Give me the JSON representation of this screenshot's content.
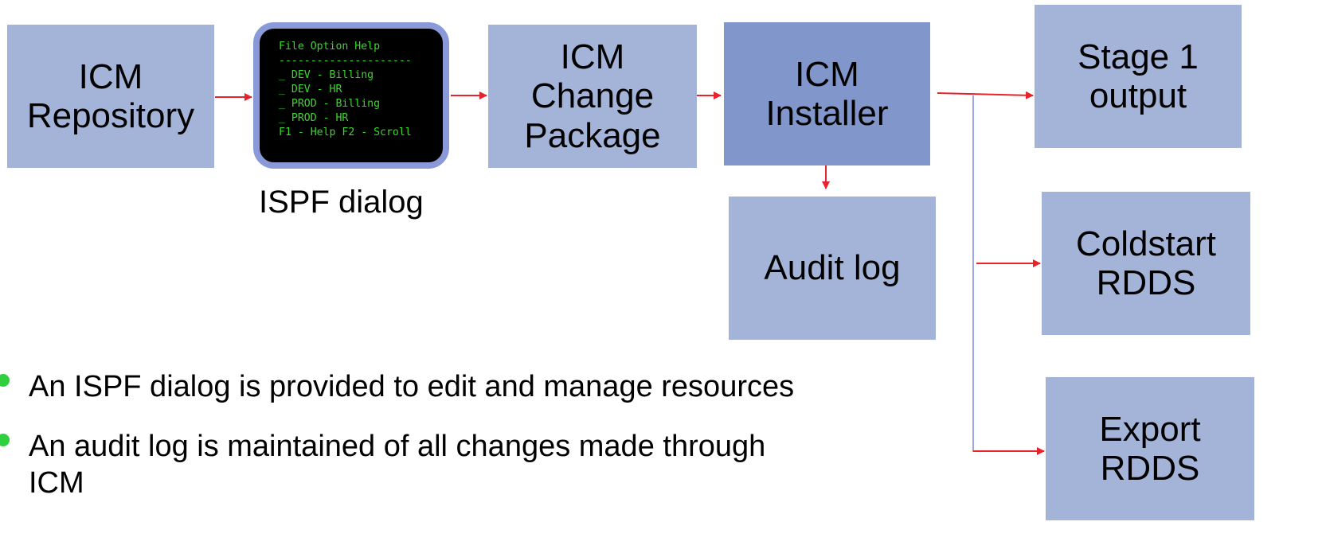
{
  "boxes": {
    "repository": "ICM\nRepository",
    "change_package": "ICM\nChange\nPackage",
    "installer": "ICM\nInstaller",
    "audit_log": "Audit log",
    "stage1_output": "Stage 1\noutput",
    "coldstart_rdds": "Coldstart\nRDDS",
    "export_rdds": "Export\nRDDS"
  },
  "terminal": {
    "lines": [
      "File Option Help",
      "---------------------",
      "_ DEV - Billing",
      "_ DEV - HR",
      "_ PROD - Billing",
      "_ PROD - HR",
      "F1 - Help F2 - Scroll"
    ]
  },
  "caption": "ISPF dialog",
  "bullets": [
    "An ISPF dialog is provided to edit and manage resources",
    "An audit log is maintained of all changes made through\nICM"
  ],
  "colors": {
    "box_fill": "#a4b4d8",
    "installer_fill": "#8197cb",
    "arrow": "#e8232b",
    "terminal_text": "#39d92a",
    "bullet_dot": "#2fcf3d",
    "connector": "#9aa8e6"
  }
}
